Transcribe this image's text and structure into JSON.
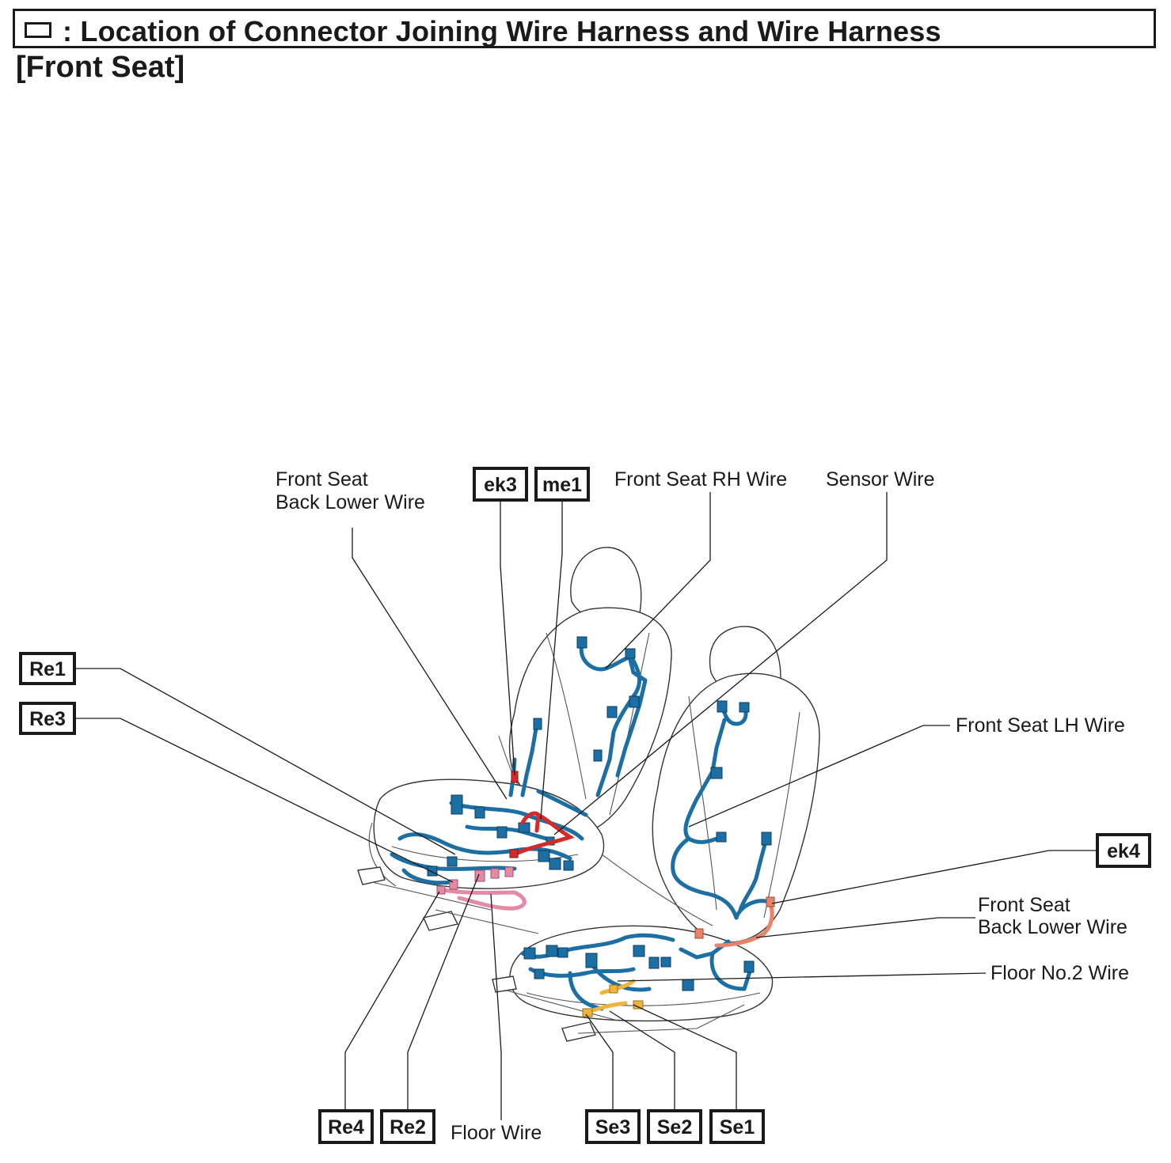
{
  "header": {
    "title": ": Location of Connector Joining Wire Harness and Wire Harness",
    "subtitle": "[Front Seat]"
  },
  "labels": {
    "front_seat_back_lower_wire_top_line1": "Front Seat",
    "front_seat_back_lower_wire_top_line2": "Back Lower Wire",
    "front_seat_rh_wire": "Front Seat RH Wire",
    "sensor_wire": "Sensor Wire",
    "front_seat_lh_wire": "Front Seat LH Wire",
    "front_seat_back_lower_wire_right_line1": "Front Seat",
    "front_seat_back_lower_wire_right_line2": "Back Lower Wire",
    "floor_no2_wire": "Floor No.2 Wire",
    "floor_wire": "Floor Wire"
  },
  "connectors": {
    "ek3": "ek3",
    "me1": "me1",
    "re1": "Re1",
    "re3": "Re3",
    "ek4": "ek4",
    "re4": "Re4",
    "re2": "Re2",
    "se3": "Se3",
    "se2": "Se2",
    "se1": "Se1"
  },
  "colors": {
    "wire_harness": "#1c6fa5",
    "connector_red": "#d42a2a",
    "connector_pink": "#e58aa5",
    "connector_salmon": "#e8846a",
    "connector_yellow": "#f0b43a"
  }
}
